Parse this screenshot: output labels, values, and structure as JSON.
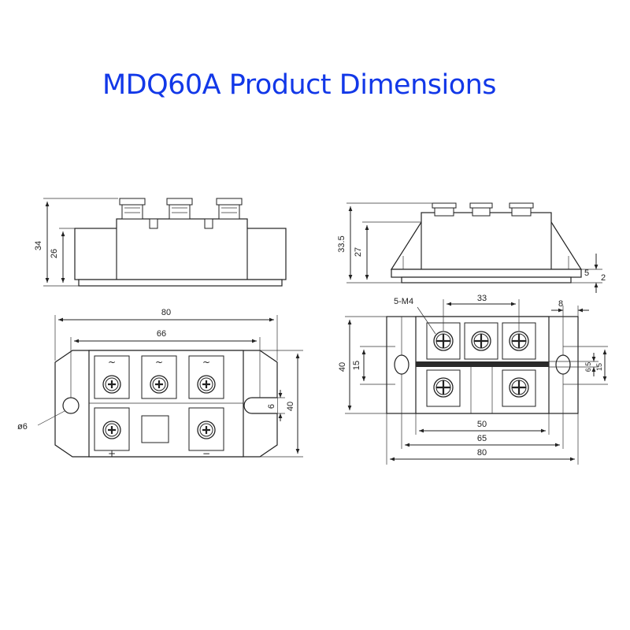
{
  "title": "MDQ60A Product Dimensions",
  "dimensions": {
    "side_view": {
      "height_total": "34",
      "height_body": "26"
    },
    "front_view": {
      "height_total": "33.5",
      "height_body": "27",
      "flange_thickness": "5",
      "base_thickness": "2"
    },
    "top_view": {
      "length_total": "80",
      "hole_pitch": "66",
      "slot_width": "6",
      "width": "40",
      "hole_dia": "ø6",
      "terminal_ac_1": "~",
      "terminal_ac_2": "~",
      "terminal_ac_3": "~",
      "terminal_plus": "+",
      "terminal_minus": "−"
    },
    "top_view_right": {
      "screw_spec": "5-M4",
      "screw_pitch": "33",
      "flange_width": "8",
      "width": "40",
      "hole_spacing": "15",
      "offset_a": "6.5",
      "offset_b": "15",
      "pitch_50": "50",
      "pitch_65": "65",
      "length_total": "80"
    }
  }
}
